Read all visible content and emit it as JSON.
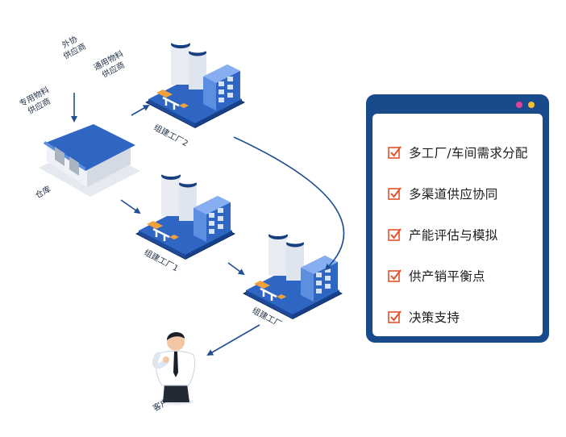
{
  "labels": {
    "supplier_outsource": [
      "外协",
      "供应商"
    ],
    "supplier_general": [
      "通用物料",
      "供应商"
    ],
    "supplier_special": [
      "专用物料",
      "供应商"
    ],
    "warehouse": "仓库",
    "factory2": "组建工厂2",
    "factory1": "组建工厂1",
    "factory": "组建工厂",
    "customer": "客户"
  },
  "panel": {
    "features": [
      "多工厂/车间需求分配",
      "多渠道供应协同",
      "产能评估与模拟",
      "供产销平衡点",
      "决策支持"
    ]
  },
  "colors": {
    "navy": "#184a8c",
    "accent_pink": "#e2429a",
    "accent_yellow": "#f2c230",
    "check": "#e4522a",
    "arrow": "#1f4f93",
    "building_blue": "#2f66c4"
  },
  "icons": [
    "factory-icon",
    "warehouse-icon",
    "customer-icon",
    "check-icon"
  ]
}
